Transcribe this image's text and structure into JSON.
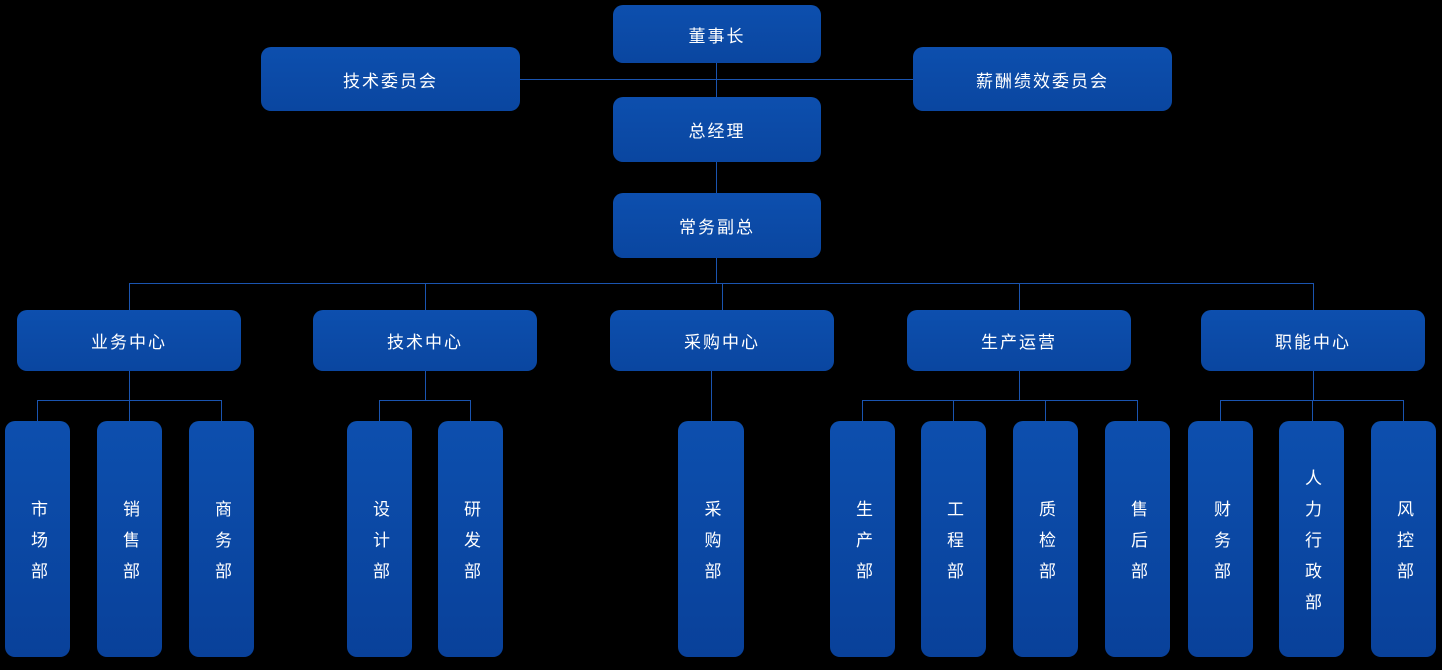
{
  "diagram_type": "org-chart",
  "colors": {
    "background": "#000000",
    "node_fill": "#0c4ba6",
    "connector_line": "#1a54b0",
    "node_text": "#ffffff"
  },
  "org": {
    "chairman": {
      "label": "董事长"
    },
    "committees": [
      {
        "label": "技术委员会"
      },
      {
        "label": "薪酬绩效委员会"
      }
    ],
    "general_manager": {
      "label": "总经理"
    },
    "executive_deputy_gm": {
      "label": "常务副总"
    },
    "centers": [
      {
        "label": "业务中心",
        "departments": [
          {
            "label": "市场部"
          },
          {
            "label": "销售部"
          },
          {
            "label": "商务部"
          }
        ]
      },
      {
        "label": "技术中心",
        "departments": [
          {
            "label": "设计部"
          },
          {
            "label": "研发部"
          }
        ]
      },
      {
        "label": "采购中心",
        "departments": [
          {
            "label": "采购部"
          }
        ]
      },
      {
        "label": "生产运营",
        "departments": [
          {
            "label": "生产部"
          },
          {
            "label": "工程部"
          },
          {
            "label": "质检部"
          },
          {
            "label": "售后部"
          }
        ]
      },
      {
        "label": "职能中心",
        "departments": [
          {
            "label": "财务部"
          },
          {
            "label": "人力行政部"
          },
          {
            "label": "风控部"
          }
        ]
      }
    ]
  }
}
